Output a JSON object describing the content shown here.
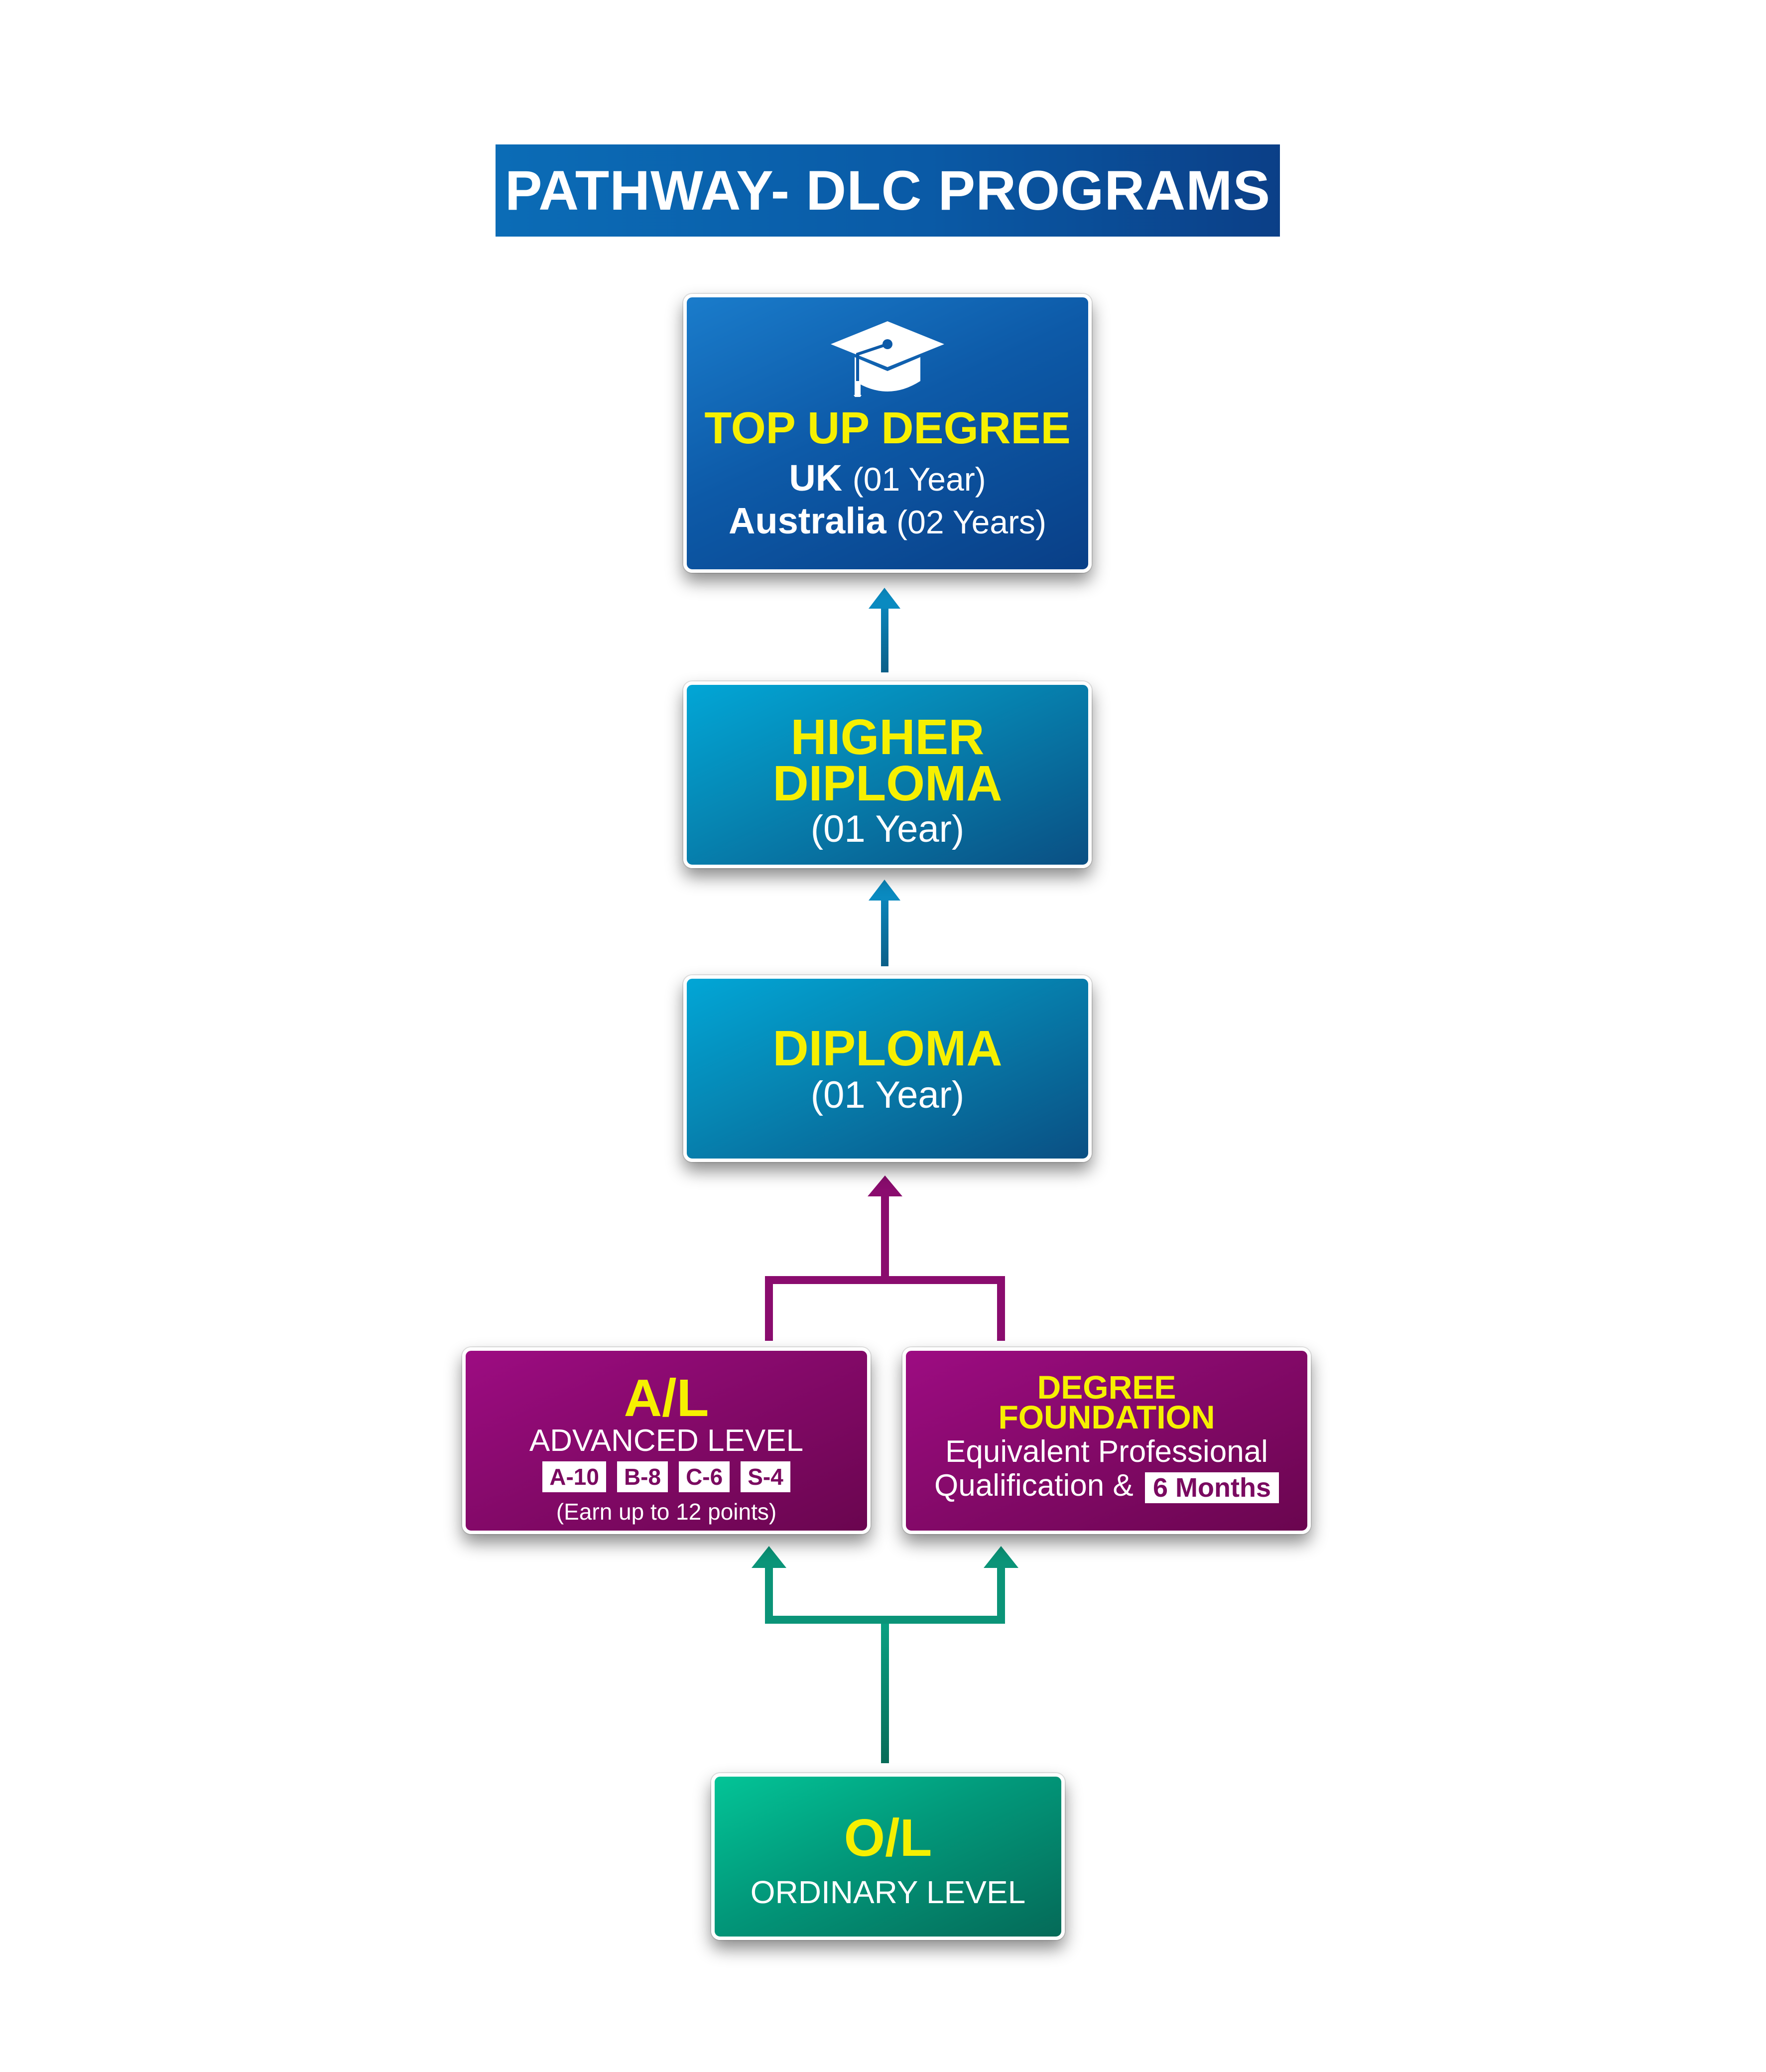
{
  "title": "PATHWAY- DLC PROGRAMS",
  "colors": {
    "title_banner": "#0a5aa6",
    "top_box": "#0d5aa8",
    "diploma_boxes": "#0686b3",
    "entry_boxes": "#830968",
    "base_box": "#02987a",
    "heading_text": "#f6f000",
    "arrow_blue": "#0b7fae",
    "arrow_magenta": "#8a0c6e",
    "arrow_green": "#0a8c6e"
  },
  "top_up_degree": {
    "icon": "graduation-cap-icon",
    "title": "TOP UP DEGREE",
    "uk_label": "UK",
    "uk_duration": "(01 Year)",
    "australia_label": "Australia",
    "australia_duration": "(02 Years)"
  },
  "higher_diploma": {
    "title_line1": "HIGHER",
    "title_line2": "DIPLOMA",
    "duration": "(01 Year)"
  },
  "diploma": {
    "title": "DIPLOMA",
    "duration": "(01 Year)"
  },
  "advanced_level": {
    "title": "A/L",
    "subtitle": "ADVANCED LEVEL",
    "grades": [
      "A-10",
      "B-8",
      "C-6",
      "S-4"
    ],
    "note": "(Earn up to 12 points)"
  },
  "degree_foundation": {
    "title_line1": "DEGREE",
    "title_line2": "FOUNDATION",
    "subtitle_line1": "Equivalent Professional",
    "subtitle_line2": "Qualification &",
    "duration_badge": "6 Months"
  },
  "ordinary_level": {
    "title": "O/L",
    "subtitle": "ORDINARY LEVEL"
  }
}
